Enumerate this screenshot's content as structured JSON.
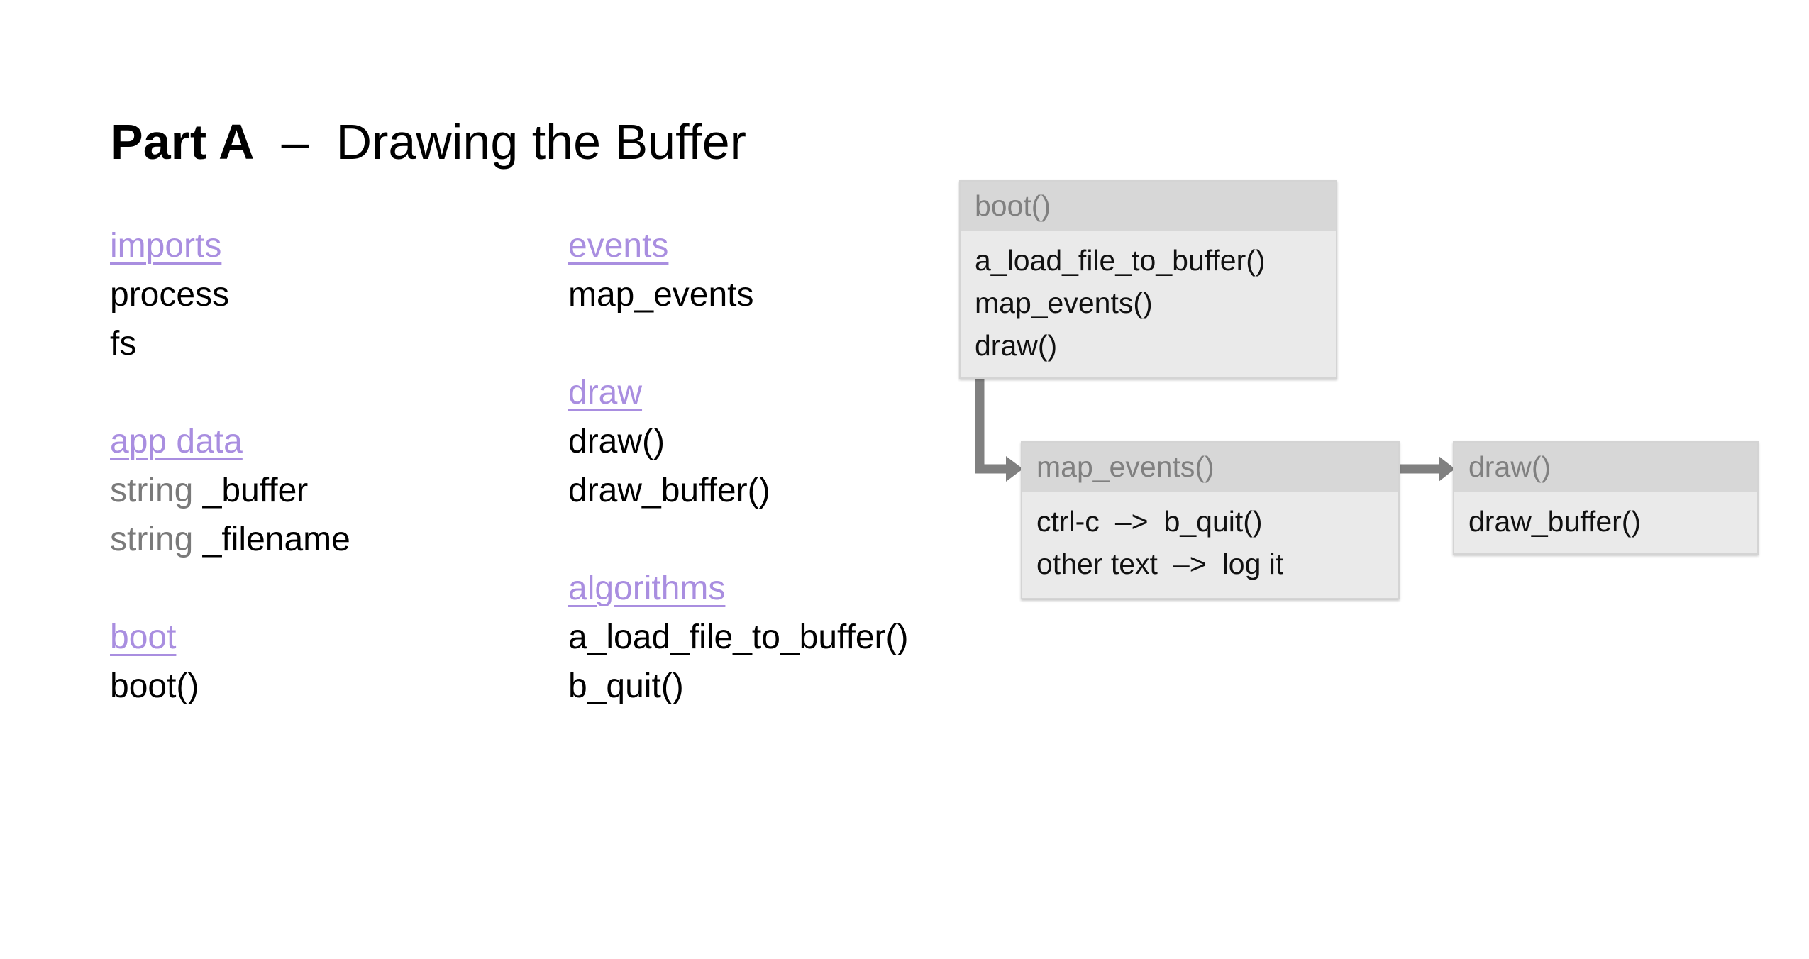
{
  "title": {
    "part": "Part A",
    "dash": "–",
    "text": "Drawing the Buffer"
  },
  "left_column": {
    "imports": {
      "heading": "imports",
      "items": [
        "process",
        "fs"
      ]
    },
    "app_data": {
      "heading": "app data",
      "items": [
        {
          "type": "string",
          "name": "_buffer"
        },
        {
          "type": "string",
          "name": "_filename"
        }
      ]
    },
    "boot": {
      "heading": "boot",
      "items": [
        "boot()"
      ]
    }
  },
  "middle_column": {
    "events": {
      "heading": "events",
      "items": [
        "map_events"
      ]
    },
    "draw": {
      "heading": "draw",
      "items": [
        "draw()",
        "draw_buffer()"
      ]
    },
    "algorithms": {
      "heading": "algorithms",
      "items": [
        "a_load_file_to_buffer()",
        "b_quit()"
      ]
    }
  },
  "diagram": {
    "boot_box": {
      "header": "boot()",
      "lines": [
        "a_load_file_to_buffer()",
        "map_events()",
        "draw()"
      ]
    },
    "map_events_box": {
      "header": "map_events()",
      "lines": [
        {
          "key": "ctrl-c",
          "arrow": "–>",
          "action": "b_quit()"
        },
        {
          "key": "other text",
          "arrow": "–>",
          "action": "log it"
        }
      ]
    },
    "draw_box": {
      "header": "draw()",
      "lines": [
        "draw_buffer()"
      ]
    }
  },
  "colors": {
    "heading_link": "#a98ee0",
    "type_text": "#7a7a7a",
    "box_fill": "#eaeaea",
    "box_header_fill": "#d7d7d7",
    "box_header_text": "#808080",
    "connector": "#808080"
  }
}
